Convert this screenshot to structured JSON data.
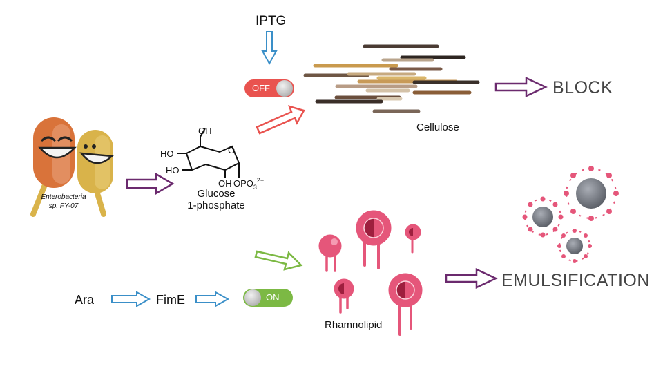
{
  "labels": {
    "iptg": "IPTG",
    "off": "OFF",
    "on": "ON",
    "block": "BLOCK",
    "cellulose": "Cellulose",
    "glucose_line1": "Glucose",
    "glucose_line2": "1-phosphate",
    "bacteria_line1": "Enterobacteria",
    "bacteria_line2": "sp. FY-07",
    "ara": "Ara",
    "fime": "FimE",
    "rhamnolipid": "Rhamnolipid",
    "emulsification": "EMULSIFICATION"
  },
  "molecule": {
    "oh_top": "OH",
    "ho_left": "HO",
    "ho_mid": "HO",
    "oh_bottom": "OH",
    "ring_o": "O",
    "phosphate": "OPO",
    "phosphate_sub": "3",
    "phosphate_sup": "2−"
  },
  "colors": {
    "purple_arrow": "#6b2a6e",
    "blue_arrow": "#3a8fc8",
    "red_arrow": "#e9534f",
    "green_arrow": "#7cb944",
    "toggle_off": "#e9534f",
    "toggle_on": "#7cb944",
    "bacterium_orange": "#d9733a",
    "bacterium_yellow": "#d9b34a",
    "rhamnolipid_pink": "#e5567a",
    "emulsion_gray": "#7b7f88"
  }
}
